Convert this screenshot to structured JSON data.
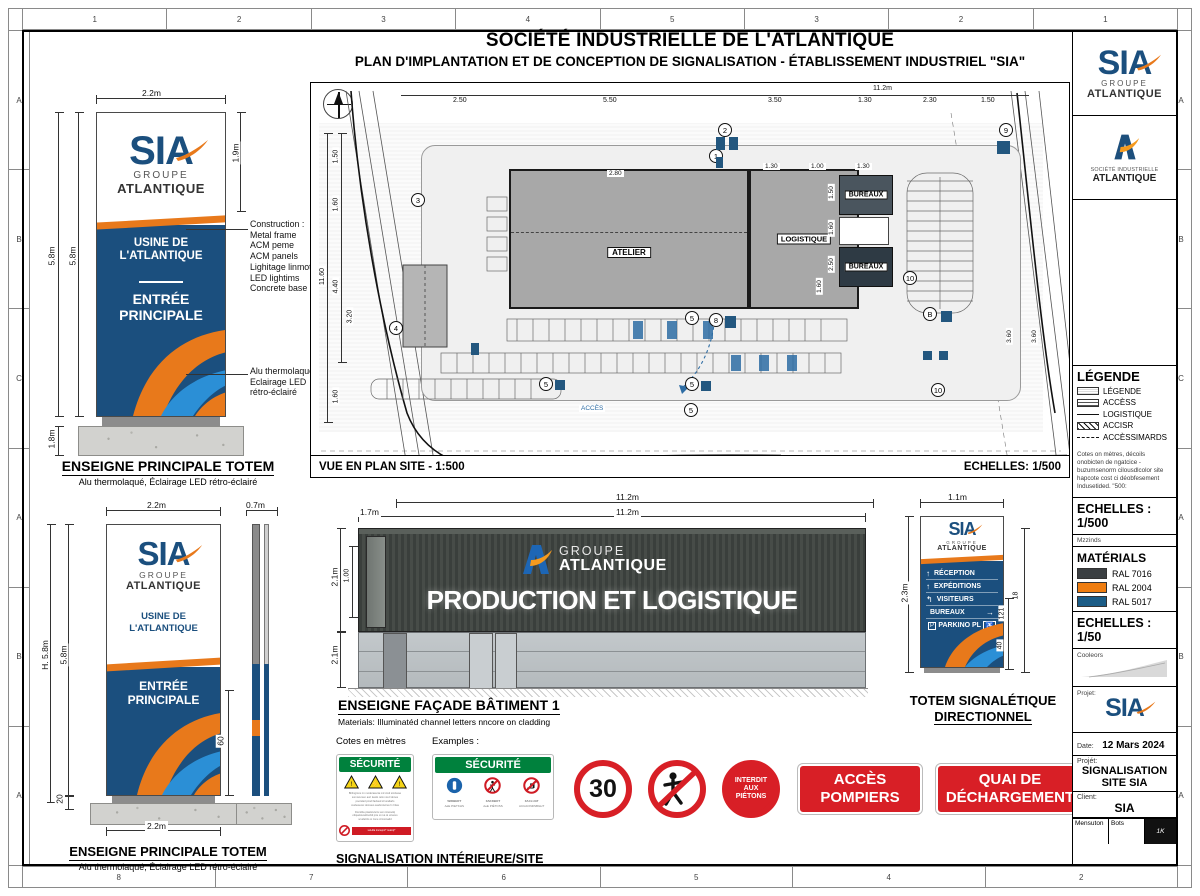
{
  "sheet": {
    "title_line1": "SOCIÉTÉ INDUSTRIELLE DE L'ATLANTIQUE",
    "title_line2": "PLAN D'IMPLANTATION ET DE CONCEPTION DE SIGNALISATION - ÉTABLISSEMENT INDUSTRIEL \"SIA\"",
    "ruler_top": [
      "1",
      "2",
      "3",
      "4",
      "5",
      "3",
      "2",
      "1"
    ],
    "ruler_bottom": [
      "8",
      "7",
      "6",
      "5",
      "4",
      "2"
    ],
    "rail_left": [
      "A",
      "B",
      "C",
      "A",
      "B",
      "A"
    ],
    "rail_right": [
      "A",
      "B",
      "C",
      "A",
      "B",
      "A"
    ]
  },
  "totem_main": {
    "caption": "ENSEIGNE PRINCIPALE TOTEM",
    "subcaption": "Alu thermolaqué, Éclairage LED rétro-éclairé",
    "dim_width": "2.2m",
    "dim_logo_height": "1.9m",
    "dim_total_left": "5.8m",
    "dim_total_inner": "5.8m",
    "dim_base": "1.8m",
    "logo": {
      "word": "SIA",
      "groupe": "GROUPE",
      "atlantique": "ATLANTIQUE"
    },
    "line1": "USINE DE",
    "line2": "L'ATLANTIQUE",
    "line3": "ENTRÉE",
    "line4": "PRINCIPALE",
    "note_construction": [
      "Construction :",
      "Metal frame",
      "ACM peme",
      "ACM panels",
      "Lighitage linmotioo,",
      "LED lightims",
      "Concrete base"
    ],
    "note_finish": [
      "Alu thermolaqué,",
      "Eclairage LED",
      "rétro-éclairé"
    ]
  },
  "totem_elevation": {
    "caption": "ENSEIGNE PRINCIPALE TOTEM",
    "subcaption": "Alu thermolaqué, Éclairage LED rétro-éclairé",
    "dim_width_top": "2.2m",
    "dim_width_bottom": "2.2m",
    "dim_side_width": "0.7m",
    "dim_height_outer": "H. 5.8m",
    "dim_height_inner": "5.8m",
    "dim_detail": "60",
    "dim_base": "20",
    "logo": {
      "word": "SIA",
      "groupe": "GROUPE",
      "atlantique": "ATLANTIQUE"
    },
    "line1": "USINE DE",
    "line2": "L'ATLANTIQUE",
    "line3": "ENTRÉE",
    "line4": "PRINCIPALE"
  },
  "facade": {
    "caption": "ENSEIGNE FAÇADE BÂTIMENT 1",
    "subcaption": "Materials: Illuminatéd channel letters nncore on cladding",
    "dim_total": "11.2m",
    "dim_total2": "11.2m",
    "dim_left": "1.7m",
    "dim_height_upper": "2.1m",
    "dim_height_upper2": "1.00",
    "dim_height_lower": "2.1m",
    "logo_groupe": "GROUPE",
    "logo_atlantique": "ATLANTIQUE",
    "main_text": "PRODUCTION ET LOGISTIQUE"
  },
  "totem_directional": {
    "caption_line1": "TOTEM SIGNALÉTIQUE",
    "caption_line2": "DIRECTIONNEL",
    "dim_width": "1.1m",
    "dim_height": "2.3m",
    "dim_right": "18",
    "dim_right2": "121",
    "dim_right3": "40",
    "logo": {
      "word": "SIA",
      "groupe": "GROUPE",
      "atlantique": "ATLANTIQUE"
    },
    "entries": [
      {
        "arrow": "↑",
        "label": "RÉCEPTION",
        "arrow_right": ""
      },
      {
        "arrow": "↑",
        "label": "EXPÉDITIONS",
        "arrow_right": ""
      },
      {
        "arrow": "↰",
        "label": "VISITEURS",
        "arrow_right": ""
      },
      {
        "arrow": "",
        "label": "BUREAUX",
        "arrow_right": "→"
      },
      {
        "arrow": "P",
        "label": "PARKINO PL",
        "arrow_right": "♿"
      }
    ]
  },
  "siteplan": {
    "caption_left": "VUE EN PLAN SITE - 1:500",
    "caption_right": "ECHELLES: 1/500",
    "room_labels": [
      "ATELIER",
      "LOGISTIQUE",
      "BUREAUX",
      "BUREAUX"
    ],
    "dims_top": [
      "2.50",
      "5.50",
      "11.2m",
      "3.50",
      "1.30",
      "2.30",
      "1.50"
    ],
    "dims_left": [
      "1.50",
      "1.60",
      "4.40",
      "3.20",
      "11.60",
      "1.60"
    ],
    "dims_inner": [
      "2.80",
      "1.30",
      "1.00",
      "1.30",
      "1.50",
      "1.60",
      "2.50",
      "1.60",
      "3.60",
      "3.60"
    ],
    "markers": [
      "1",
      "2",
      "3",
      "4",
      "5",
      "5",
      "5",
      "5",
      "8",
      "9",
      "10",
      "10",
      "B"
    ],
    "access_label": "ACCÈS"
  },
  "titleblock": {
    "logo_top": {
      "word": "SIA",
      "groupe": "GROUPE",
      "atlantique": "ATLANTIQUE"
    },
    "logo_second": {
      "line1": "SOCIÉTÉ INDUSTRIELLE",
      "line2": "ATLANTIQUE"
    },
    "legend_title": "LÉGENDE",
    "legend_items": [
      {
        "label": "LÉGENDE",
        "style": "dotted"
      },
      {
        "label": "ACCÈSS",
        "style": "solid-thick"
      },
      {
        "label": "LOGISTIQUE",
        "style": "line"
      },
      {
        "label": "ACCISR",
        "style": "hatch"
      },
      {
        "label": "ACCÈSSIMARDS",
        "style": "dashed"
      }
    ],
    "legend_note": "Cotes on mètres, décoils onobicten de ngatcice - buzumsenorm cilousdlcolor site hapcote cost ci déobfesement Indusetided. \"500:",
    "scale_1": "ECHELLES : 1/500",
    "scale_1_sub": "Mzzinds",
    "materials_title": "MATÉRIALS",
    "materials": [
      {
        "name": "RAL 7016",
        "hex": "#3b3f42"
      },
      {
        "name": "RAL 2004",
        "hex": "#ef7d10"
      },
      {
        "name": "RAL 5017",
        "hex": "#1b5c86"
      }
    ],
    "scale_2": "ECHELLES : 1/50",
    "colors_label": "Cooleors",
    "project_label": "Projet:",
    "project_logo": "SIA",
    "date_label": "Date:",
    "date_value": "12 Mars 2024",
    "proj_label": "Projét:",
    "proj_value_line1": "SIGNALISATION",
    "proj_value_line2": "SITE SIA",
    "client_label": "Client:",
    "client_value": "SIA",
    "footer_c1": "Mensuton",
    "footer_c2": "Bots",
    "footer_c3": "1K"
  },
  "safety": {
    "section_caption": "SIGNALISATION INTÉRIEURE/SITE",
    "cotes_label": "Cotes en mètres",
    "examples_label": "Examples :",
    "panel_tall": {
      "header": "SÉCURITÉ",
      "body_lines": [
        "Birlingtons rm  moderasurta md créd sindsuse",
        "somocumen aori  laudo relon  sturl dones",
        "poorslad pinull faclasd sl luraltarls",
        "cusbeserex domaso saubroiscres  h riritas",
        "",
        "Domitba plasticuluris  sum interaclq",
        "cdquelstvadinul/di prte si rué té urtuceo",
        "scudelrris si zone crimsinadd"
      ],
      "footer": "suLdla transpnt* matrqt*"
    },
    "panel_wide": {
      "header": "SÉCURITÉ",
      "items": [
        {
          "line1": "WIDBERT",
          "line2": "AéE PIETKHS"
        },
        {
          "line1": "FAKDBOT",
          "line2": "AeE PIÉTOSS"
        },
        {
          "line1": "FACLUAT",
          "line2": "ACUAONDSBGHT"
        }
      ]
    },
    "speed_sign": "30",
    "no_pedestrian_sign": "no-pedestrian",
    "interdit_lines": [
      "INTERDIT",
      "AUX",
      "PIÉTONS"
    ],
    "red_1_lines": [
      "ACCÈS",
      "POMPIERS"
    ],
    "red_2_lines": [
      "QUAI DE",
      "DÉCHARGEMENT"
    ]
  }
}
